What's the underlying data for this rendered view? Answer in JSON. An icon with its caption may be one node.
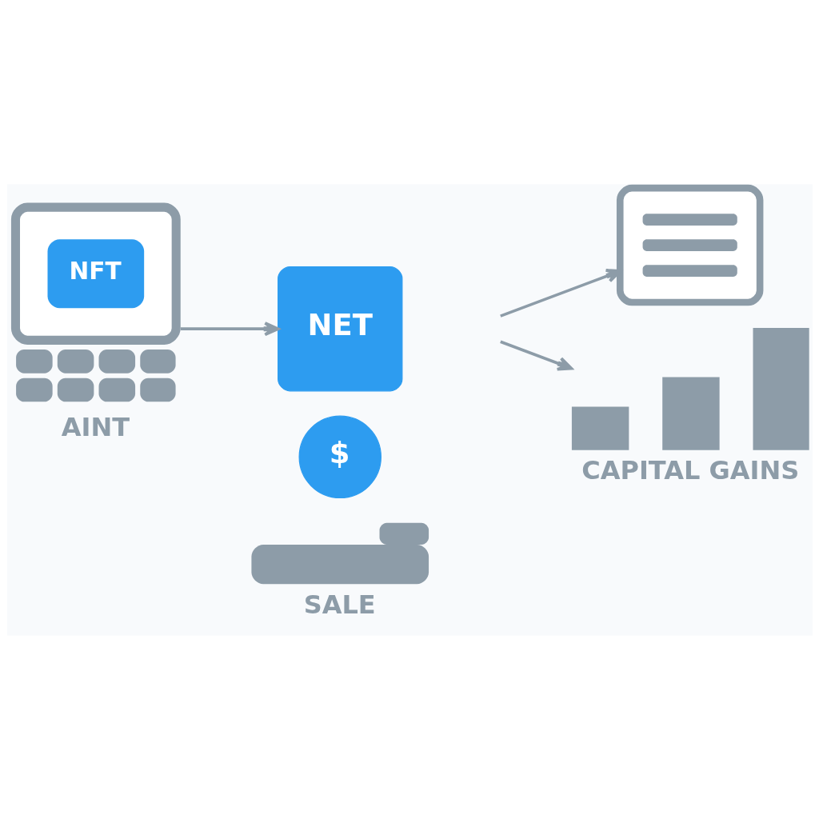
{
  "diagram": {
    "nodes": [
      {
        "text": [
          "NFT"
        ],
        "beside": [
          "AINT"
        ]
      },
      {
        "text": [
          "NET"
        ]
      },
      {
        "text": [
          "$"
        ]
      },
      {
        "text": [],
        "shape": "hand",
        "beside": [
          "SALE"
        ]
      },
      {
        "text": [],
        "shape": "document"
      },
      {
        "text": [],
        "shape": "chart",
        "beside": [
          "CAPITAL GAINS"
        ]
      }
    ],
    "edges": [
      {
        "from": 0,
        "to": 1,
        "arrow": "to"
      },
      {
        "from": null,
        "to": 4,
        "arrow": "to"
      },
      {
        "from": null,
        "to": 5,
        "arrow": "to"
      }
    ]
  }
}
